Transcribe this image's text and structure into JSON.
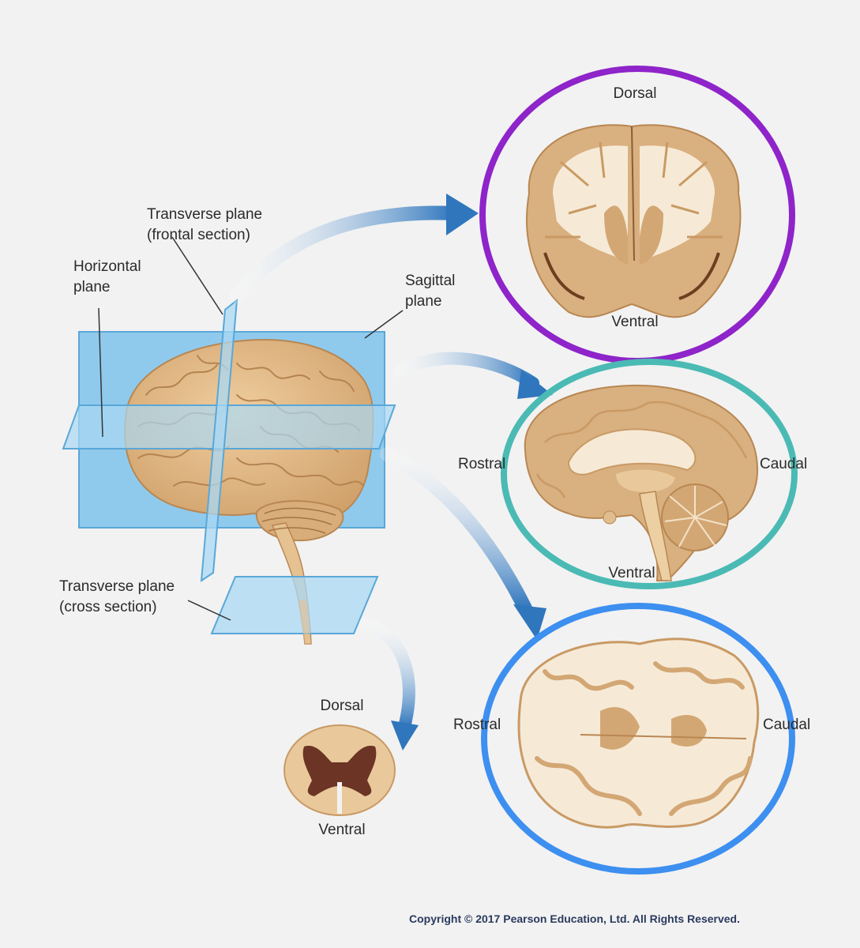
{
  "labels": {
    "transverse_frontal_line1": "Transverse plane",
    "transverse_frontal_line2": "(frontal section)",
    "horizontal_line1": "Horizontal",
    "horizontal_line2": "plane",
    "sagittal_line1": "Sagittal",
    "sagittal_line2": "plane",
    "transverse_cross_line1": "Transverse plane",
    "transverse_cross_line2": "(cross section)"
  },
  "frontal_section": {
    "dorsal": "Dorsal",
    "ventral": "Ventral",
    "ring_color": "#8e24c9"
  },
  "sagittal_section": {
    "rostral": "Rostral",
    "caudal": "Caudal",
    "ventral": "Ventral",
    "ring_color": "#4bbab4"
  },
  "horizontal_section": {
    "rostral": "Rostral",
    "caudal": "Caudal",
    "ring_color": "#3d8ff0"
  },
  "spinal_cross_section": {
    "dorsal": "Dorsal",
    "ventral": "Ventral"
  },
  "copyright": "Copyright © 2017 Pearson Education, Ltd. All Rights Reserved.",
  "colors": {
    "plane_blue": "#7ec3ec",
    "brain_tan": "#e3bd8c",
    "white_matter": "#f6ead7",
    "gray_matter": "#d7b183",
    "spinal_gray": "#6b3424",
    "arrow_blue": "#3b82c4"
  }
}
